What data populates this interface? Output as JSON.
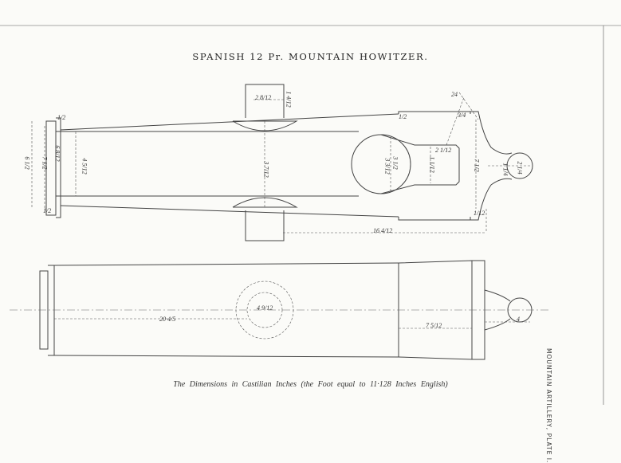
{
  "title": "SPANISH 12 Pr. MOUNTAIN HOWITZER.",
  "caption": "The Dimensions in Castilian Inches  (the Foot equal to 11·128 Inches English)",
  "side_label": "MOUNTAIN ARTILLERY, PLATE I.",
  "dimensions": {
    "trunnion_width": "2 8/12",
    "trunnion_height": "1 4/12",
    "muzzle_face": "1/2",
    "muzzle_outer": "6 1/2",
    "muzzle_ring": "7 1/2",
    "muzzle_inner": "6 8/12",
    "bore": "4 5/12",
    "bore_center": "3 7/12",
    "chamber_sphere": "3 3/12",
    "chamber_cone": "3 1/2",
    "chamber_depth": "2 1/12",
    "chamber_bottom": "1 1/12",
    "angle": "3/4",
    "breech_top": "1/2",
    "breech_ring": "7 1/2",
    "cascabel_neck": "1 1/4",
    "cascabel_knob": "2 1/4",
    "muzzle_bottom": "1/2",
    "breech_bottom": "1/12",
    "chamber_to_breech": "16 4/12",
    "trunnion_circle": "4 9/12",
    "muzzle_to_trunnion": "20 4/5",
    "breech_length": "7 5/12",
    "cascabel_length": "4",
    "top_angle": "24"
  }
}
